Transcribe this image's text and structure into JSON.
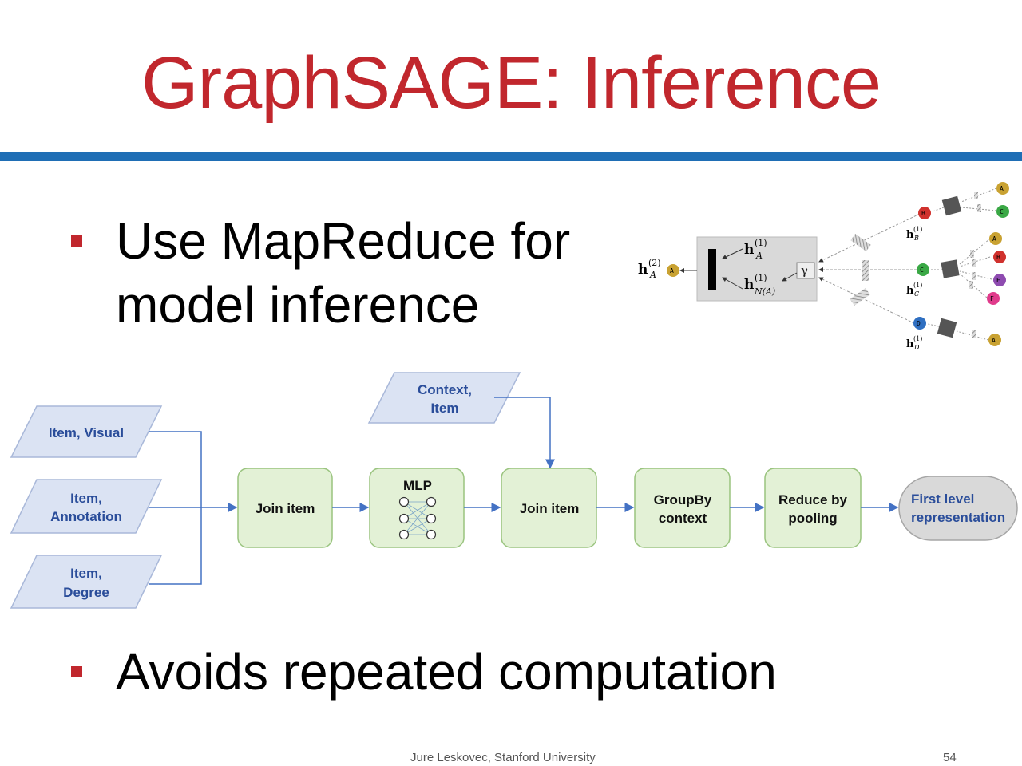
{
  "slide": {
    "title": "GraphSAGE: Inference",
    "bullets": [
      {
        "line1": "Use MapReduce for",
        "line2": "model inference"
      },
      {
        "line1": "Avoids repeated computation"
      }
    ],
    "footer": {
      "author": "Jure Leskovec, Stanford University",
      "page": "54"
    }
  },
  "colors": {
    "title": "#c1272d",
    "rule": "#1f6eb5",
    "box_fill": "#e3f1d6",
    "box_stroke": "#9ac47f",
    "input_fill": "#dbe3f3",
    "text_blue": "#2a4d9a",
    "arrow": "#4472c4"
  },
  "flow": {
    "inputs": [
      {
        "line1": "Item, Visual",
        "line2": ""
      },
      {
        "line1": "Item,",
        "line2": "Annotation"
      },
      {
        "line1": "Item,",
        "line2": "Degree"
      }
    ],
    "context_input": {
      "line1": "Context,",
      "line2": "Item"
    },
    "join1": "Join item",
    "mlp": "MLP",
    "join2": "Join item",
    "groupby": {
      "line1": "GroupBy",
      "line2": "context"
    },
    "reduce": {
      "line1": "Reduce by",
      "line2": "pooling"
    },
    "output": {
      "line1": "First level",
      "line2": "representation"
    }
  },
  "figure": {
    "h_a2": "h",
    "h_a2_sup": "(2)",
    "h_a2_sub": "A",
    "h_a1": "h",
    "h_a1_sup": "(1)",
    "h_a1_sub": "A",
    "h_na1": "h",
    "h_na1_sup": "(1)",
    "h_na1_sub": "N(A)",
    "gamma": "γ",
    "h_b1": "h",
    "h_b1_sup": "(1)",
    "h_b1_sub": "B",
    "h_c1": "h",
    "h_c1_sup": "(1)",
    "h_c1_sub": "C",
    "h_d1": "h",
    "h_d1_sup": "(1)",
    "h_d1_sub": "D",
    "nodes": [
      {
        "label": "A",
        "color": "#c9a232"
      },
      {
        "label": "B",
        "color": "#d0312d"
      },
      {
        "label": "C",
        "color": "#3aa845"
      },
      {
        "label": "D",
        "color": "#2f6fc1"
      },
      {
        "label": "E",
        "color": "#8e4bb0"
      },
      {
        "label": "F",
        "color": "#e03b8b"
      }
    ]
  }
}
